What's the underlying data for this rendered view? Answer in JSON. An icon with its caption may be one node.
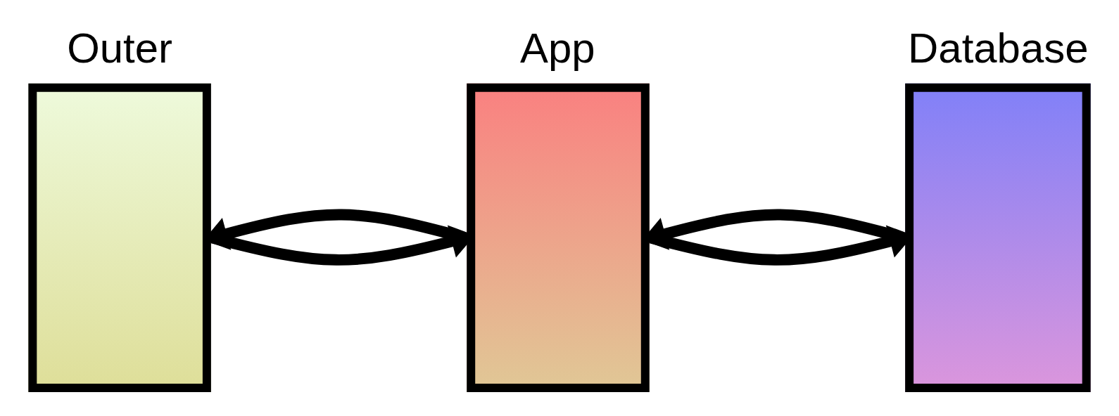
{
  "diagram": {
    "nodes": [
      {
        "text": [
          "Outer"
        ]
      },
      {
        "text": [
          "App"
        ]
      },
      {
        "text": [
          "Database"
        ]
      }
    ],
    "edges": [
      {
        "from": 0,
        "to": 1,
        "arrow": "to"
      },
      {
        "from": 1,
        "to": 2,
        "arrow": "to"
      },
      {
        "from": 2,
        "to": 1,
        "arrow": "to"
      },
      {
        "from": 1,
        "to": 0,
        "arrow": "to"
      }
    ]
  }
}
